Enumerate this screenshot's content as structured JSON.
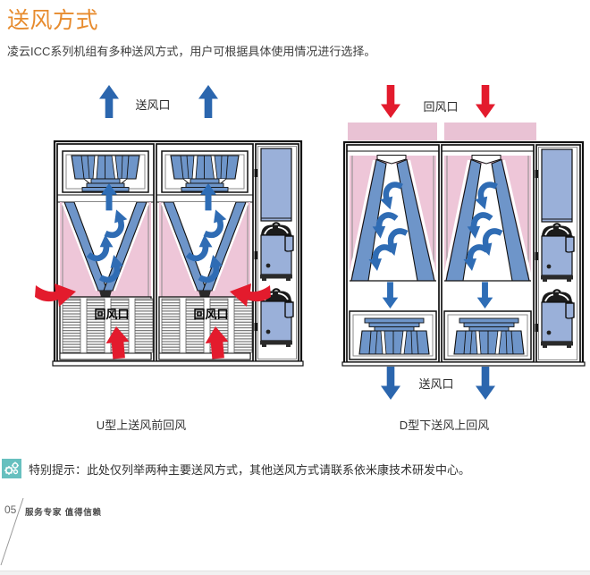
{
  "page": {
    "title": "送风方式",
    "intro": "凌云ICC系列机组有多种送风方式，用户可根据具体使用情况进行选择。"
  },
  "figures": {
    "u_type": {
      "caption": "U型上送风前回风",
      "supply_label": "送风口",
      "return_label": "回风口"
    },
    "d_type": {
      "caption": "D型下送风上回风",
      "return_label": "回风口",
      "supply_label": "送风口"
    }
  },
  "note": {
    "icon": "gears-icon",
    "text": "特别提示：此处仅列举两种主要送风方式，其他送风方式请联系依米康技术研发中心。"
  },
  "footer": {
    "page_number": "05",
    "tagline": "服务专家 值得信赖"
  },
  "colors": {
    "title_orange": "#e78b2e",
    "steel_blue": "#6e95c9",
    "panel_blue": "#9ab0d9",
    "arrow_blue": "#2b66ae",
    "pink": "#eec6d8",
    "pink_light": "#e9c2d4",
    "arrow_red": "#e31b2d",
    "note_teal": "#67c0bf"
  }
}
